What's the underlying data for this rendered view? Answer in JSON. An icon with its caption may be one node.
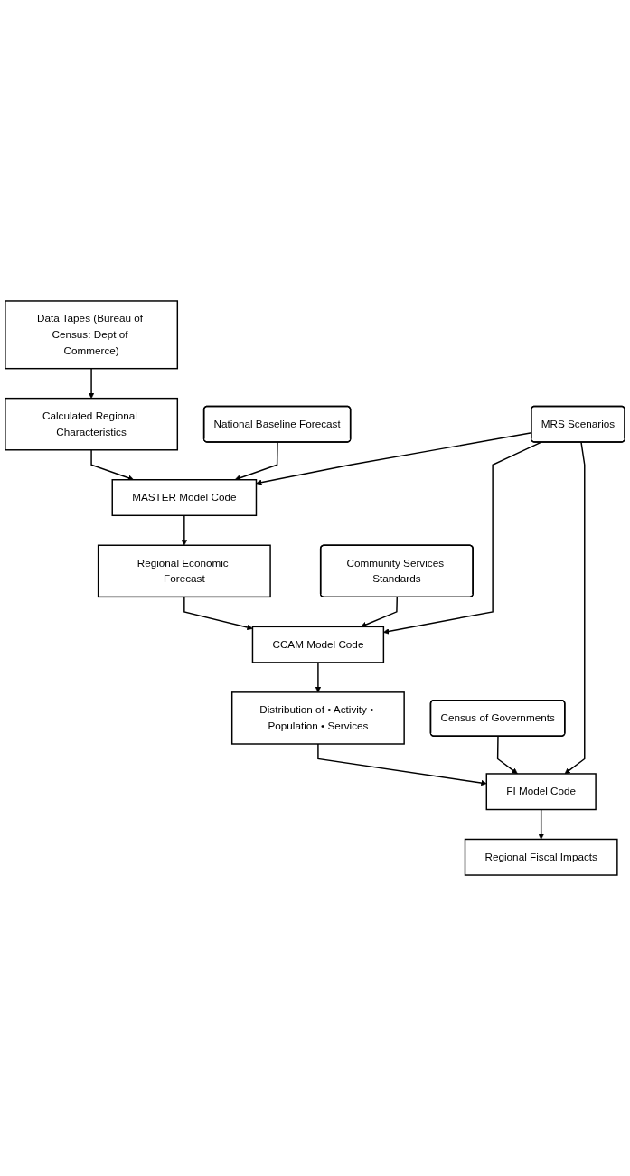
{
  "diagram": {
    "nodes": [
      {
        "text": [
          "Data Tapes (Bureau of Census: Dept of Commerce)"
        ]
      },
      {
        "text": [
          "Calculated Regional Characteristics"
        ]
      },
      {
        "text": [
          "National Baseline Forecast"
        ]
      },
      {
        "text": [
          "MASTER Model Code"
        ]
      },
      {
        "text": [
          "MRS Scenarios"
        ]
      },
      {
        "text": [
          "Regional Economic Forecast"
        ]
      },
      {
        "text": [
          "Community Services Standards"
        ]
      },
      {
        "text": [
          "CCAM Model Code"
        ]
      },
      {
        "text": [
          "Distribution of • Activity • Population • Services"
        ]
      },
      {
        "text": [
          "Census of Governments"
        ]
      },
      {
        "text": [
          "FI Model Code"
        ]
      },
      {
        "text": [
          "Regional Fiscal Impacts"
        ]
      }
    ],
    "edges": [
      {
        "from": 0,
        "to": 1,
        "arrow": "to"
      },
      {
        "from": 1,
        "to": 3,
        "arrow": "to"
      },
      {
        "from": 2,
        "to": 3,
        "arrow": "to"
      },
      {
        "from": 4,
        "to": 3,
        "arrow": "to"
      },
      {
        "from": 3,
        "to": 5,
        "arrow": "to"
      },
      {
        "from": 5,
        "to": 7,
        "arrow": "to"
      },
      {
        "from": 6,
        "to": 7,
        "arrow": "to"
      },
      {
        "from": 4,
        "to": 7,
        "arrow": "to"
      },
      {
        "from": 7,
        "to": 8,
        "arrow": "to"
      },
      {
        "from": 8,
        "to": 10,
        "arrow": "to"
      },
      {
        "from": 9,
        "to": 10,
        "arrow": "to"
      },
      {
        "from": 4,
        "to": 10,
        "arrow": "to"
      },
      {
        "from": 10,
        "to": 11,
        "arrow": "to"
      }
    ]
  }
}
